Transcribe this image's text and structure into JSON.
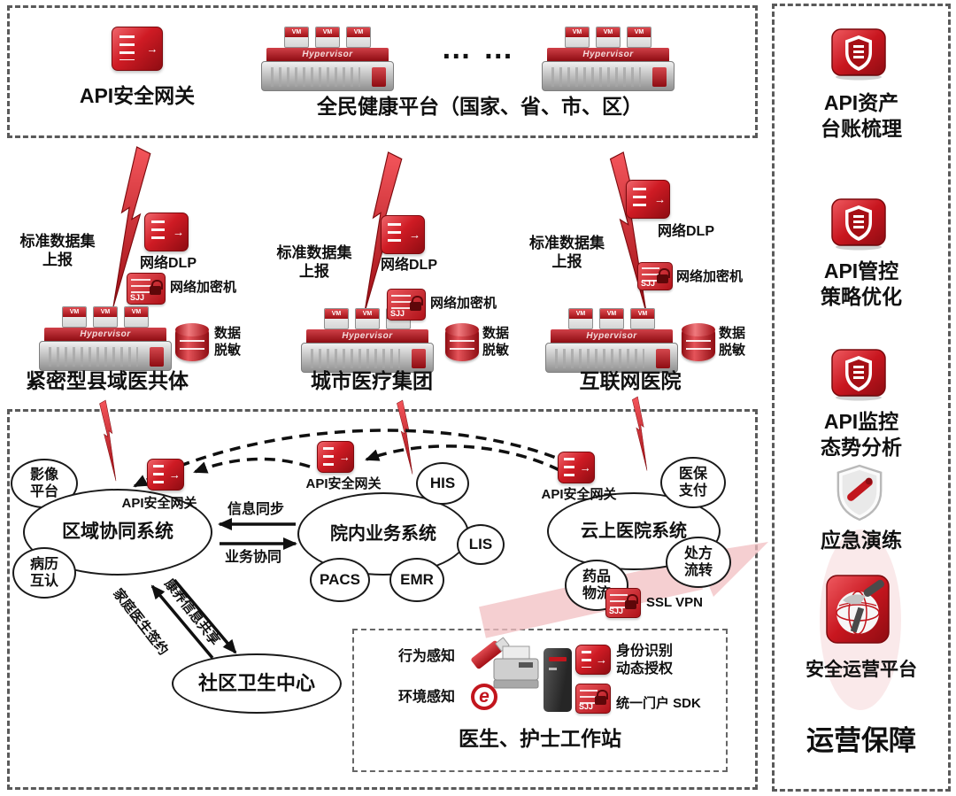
{
  "top": {
    "api_gateway_label": "API安全网关",
    "platform_label": "全民健康平台（国家、省、市、区）",
    "dots": "… …",
    "hypervisor": "Hypervisor",
    "vm": "VM"
  },
  "groups": [
    {
      "report": "标准数据集\n上报",
      "dlp": "网络DLP",
      "encryptor": "网络加密机",
      "masking": "数据\n脱敏",
      "name": "紧密型县域医共体"
    },
    {
      "report": "标准数据集\n上报",
      "dlp": "网络DLP",
      "encryptor": "网络加密机",
      "masking": "数据\n脱敏",
      "name": "城市医疗集团"
    },
    {
      "report": "标准数据集\n上报",
      "dlp": "网络DLP",
      "encryptor": "网络加密机",
      "masking": "数据\n脱敏",
      "name": "互联网医院"
    }
  ],
  "bottom": {
    "imaging": "影像\n平台",
    "records": "病历\n互认",
    "regional": "区域协同系统",
    "api_gateway": "API安全网关",
    "info_sync": "信息同步",
    "biz_collab": "业务协同",
    "hospital": "院内业务系统",
    "his": "HIS",
    "lis": "LIS",
    "pacs": "PACS",
    "emr": "EMR",
    "cloud": "云上医院系统",
    "insurance": "医保\n支付",
    "prescription": "处方\n流转",
    "drugs": "药品\n物流",
    "ssl_vpn": "SSL VPN",
    "community": "社区卫生中心",
    "family_doctor": "家庭医生签约",
    "health_share": "康养信息共享"
  },
  "workstation": {
    "behavior": "行为感知",
    "environment": "环境感知",
    "identity": "身份识别\n动态授权",
    "portal_sdk": "统一门户 SDK",
    "title": "医生、护士工作站"
  },
  "sidebar": {
    "items": [
      {
        "label": "API资产\n台账梳理"
      },
      {
        "label": "API管控\n策略优化"
      },
      {
        "label": "API监控\n态势分析"
      },
      {
        "label": "应急演练"
      },
      {
        "label": "安全运营平台"
      }
    ],
    "title": "运营保障"
  },
  "icons": {
    "sjj": "SJJ",
    "e": "e"
  },
  "colors": {
    "brand_red": "#c2161d",
    "dark_red": "#7c0a0e",
    "pink": "#f2bfc1"
  }
}
